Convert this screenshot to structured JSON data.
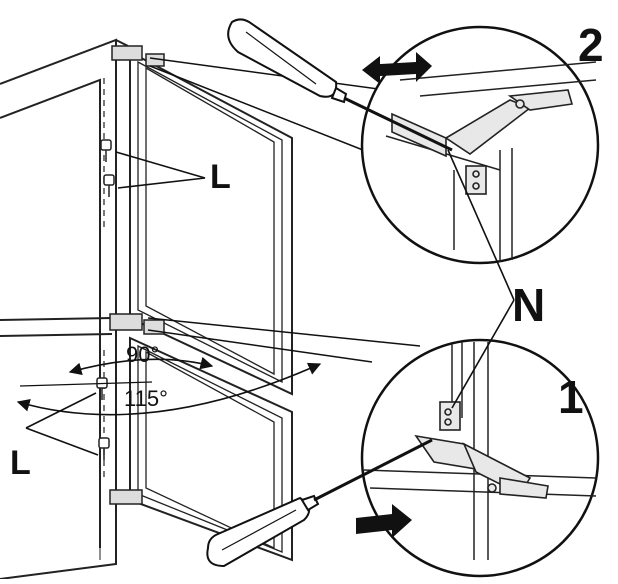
{
  "labels": {
    "screw": "L",
    "hinge": "N",
    "step_top": "2",
    "step_bottom": "1",
    "angle_small": "90°",
    "angle_large": "115°"
  }
}
